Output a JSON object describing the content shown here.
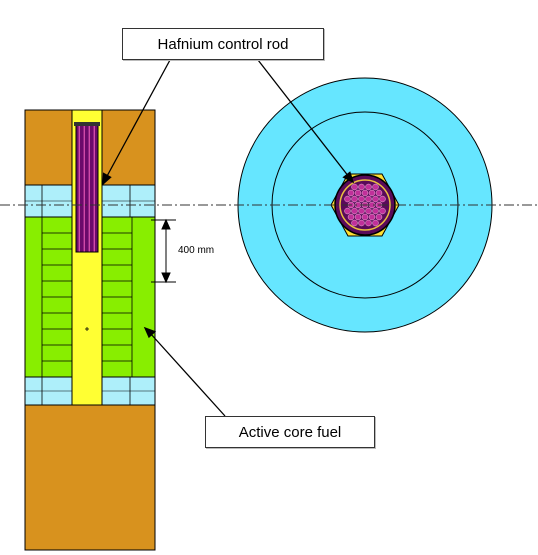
{
  "labels": {
    "control_rod": "Hafnium control rod",
    "active_core_fuel": "Active core fuel",
    "dimension": "400 mm"
  },
  "colors": {
    "reflector": "#D8921E",
    "fuel": "#88EE00",
    "coolant": "#AEEFFA",
    "control_channel": "#FFFF33",
    "hafnium": "#6B0A6B",
    "pool": "#66E6FF",
    "outline": "#000000"
  }
}
